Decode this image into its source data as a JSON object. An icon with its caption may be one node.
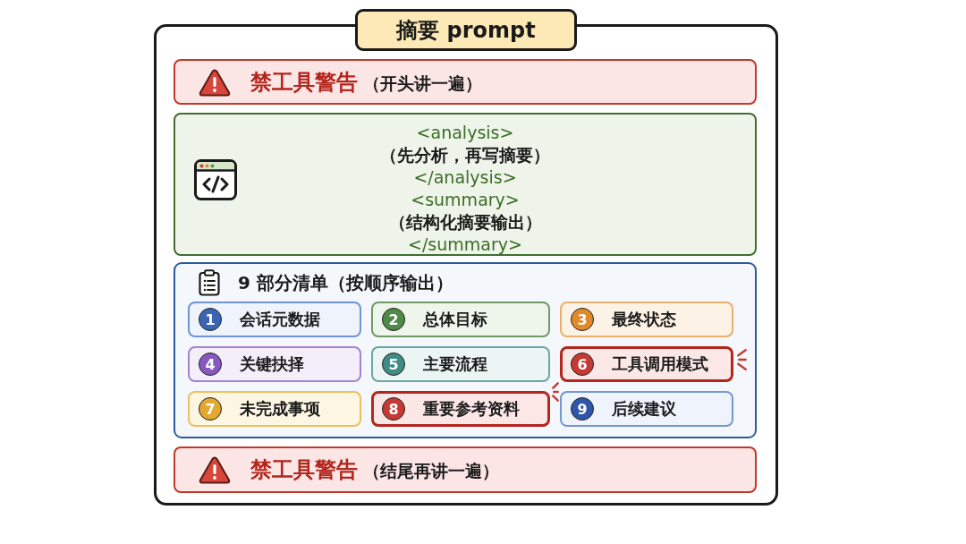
{
  "diagram": {
    "nodes": [
      {
        "text": [
          "摘要 prompt"
        ]
      },
      {
        "text": [
          "禁工具警告",
          "（开头讲一遍）"
        ],
        "in": 0
      },
      {
        "text": [
          "<analysis>",
          "（先分析，再写摘要）",
          "</analysis>",
          "<summary>",
          "（结构化摘要输出）",
          "</summary>"
        ],
        "in": 0
      },
      {
        "text": [
          "9 部分清单（按顺序输出）"
        ],
        "in": 0
      },
      {
        "text": [
          "1",
          "会话元数据"
        ],
        "in": 3
      },
      {
        "text": [
          "2",
          "总体目标"
        ],
        "in": 3
      },
      {
        "text": [
          "3",
          "最终状态"
        ],
        "in": 3
      },
      {
        "text": [
          "4",
          "关键抉择"
        ],
        "in": 3
      },
      {
        "text": [
          "5",
          "主要流程"
        ],
        "in": 3
      },
      {
        "text": [
          "6",
          "工具调用模式"
        ],
        "in": 3
      },
      {
        "text": [
          "7",
          "未完成事项"
        ],
        "in": 3
      },
      {
        "text": [
          "8",
          "重要参考资料"
        ],
        "in": 3
      },
      {
        "text": [
          "9",
          "后续建议"
        ],
        "in": 3
      },
      {
        "text": [
          "禁工具警告",
          "（结尾再讲一遍）"
        ],
        "in": 0
      }
    ]
  }
}
